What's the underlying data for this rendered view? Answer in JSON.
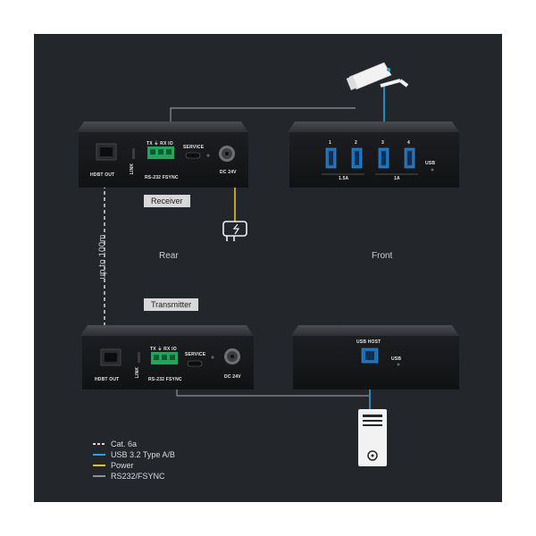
{
  "labels": {
    "receiver": "Receiver",
    "transmitter": "Transmitter",
    "rear": "Rear",
    "front": "Front",
    "distance": "up to 100m"
  },
  "ports": {
    "hdbt_out": "HDBT OUT",
    "link": "LINK",
    "tx_rx": "TX ⏚ RX IO",
    "rs232": "RS-232 FSYNC",
    "service": "SERVICE",
    "dc": "DC 24V",
    "usb_host": "USB HOST",
    "usb": "USB",
    "usb_numbers": [
      "1",
      "2",
      "3",
      "4"
    ],
    "current_a": "1.5A",
    "current_b": "1A"
  },
  "legend": [
    {
      "label": "Cat. 6a",
      "color": "#d9d9d9",
      "style": "dashed"
    },
    {
      "label": "USB 3.2 Type A/B",
      "color": "#2aa3e0",
      "style": "solid"
    },
    {
      "label": "Power",
      "color": "#e8c21a",
      "style": "solid"
    },
    {
      "label": "RS232/FSYNC",
      "color": "#8e9298",
      "style": "solid"
    }
  ]
}
